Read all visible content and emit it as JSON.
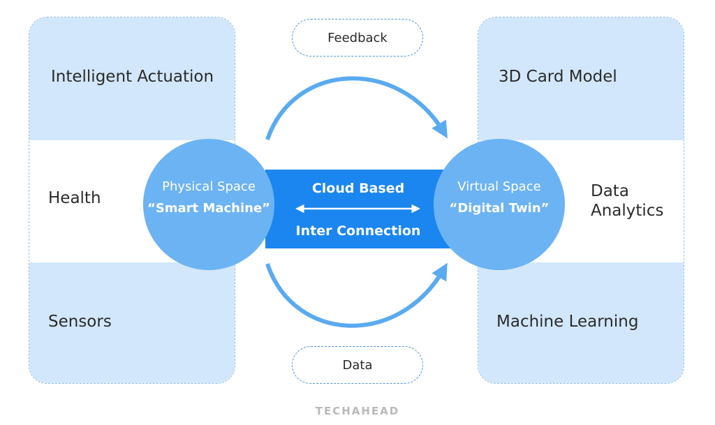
{
  "left_panel": {
    "top": "Intelligent Actuation",
    "middle": "Health",
    "bottom": "Sensors"
  },
  "right_panel": {
    "top": "3D Card Model",
    "middle_line1": "Data",
    "middle_line2": "Analytics",
    "bottom": "Machine Learning"
  },
  "feedback_label": "Feedback",
  "data_label": "Data",
  "physical": {
    "title": "Physical Space",
    "subtitle": "“Smart Machine”"
  },
  "virtual": {
    "title": "Virtual Space",
    "subtitle": "“Digital Twin”"
  },
  "bridge": {
    "line1": "Cloud Based",
    "line2": "Inter Connection"
  },
  "watermark": "TECHAHEAD",
  "colors": {
    "panel_fill": "#d2e7fb",
    "circle_fill": "#6cb3f4",
    "bridge_fill": "#1b86ef",
    "arrow": "#5aaaf0"
  }
}
